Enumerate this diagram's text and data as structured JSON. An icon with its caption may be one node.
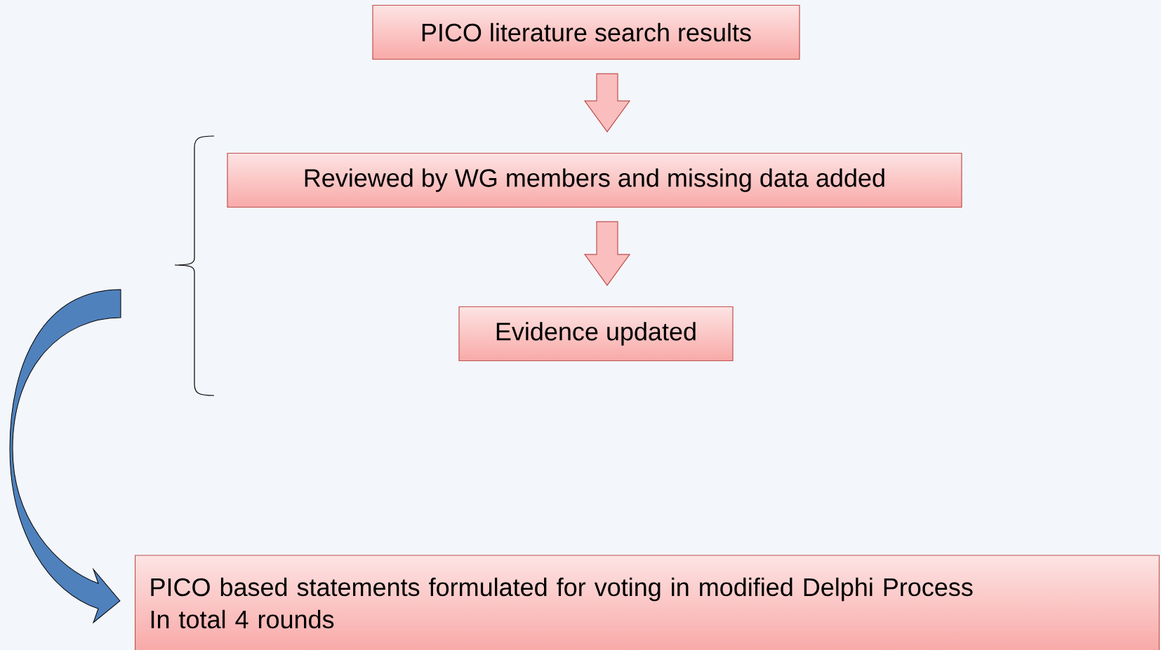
{
  "diagram": {
    "nodes": [
      {
        "text": [
          "PICO literature search results"
        ]
      },
      {
        "text": [
          "Reviewed by WG members and missing data added"
        ]
      },
      {
        "text": [
          "Evidence updated"
        ]
      },
      {
        "text": [
          "PICO based statements formulated for voting in modified Delphi Process",
          "In total 4 rounds"
        ]
      }
    ],
    "edges": [
      {
        "from": 0,
        "to": 1,
        "arrow": "to",
        "style": "thick"
      },
      {
        "from": 1,
        "to": 2,
        "arrow": "to",
        "style": "thick"
      },
      {
        "from": null,
        "to": 3,
        "arrow": "to",
        "style": "thick",
        "color": "#4f81bd"
      }
    ]
  }
}
